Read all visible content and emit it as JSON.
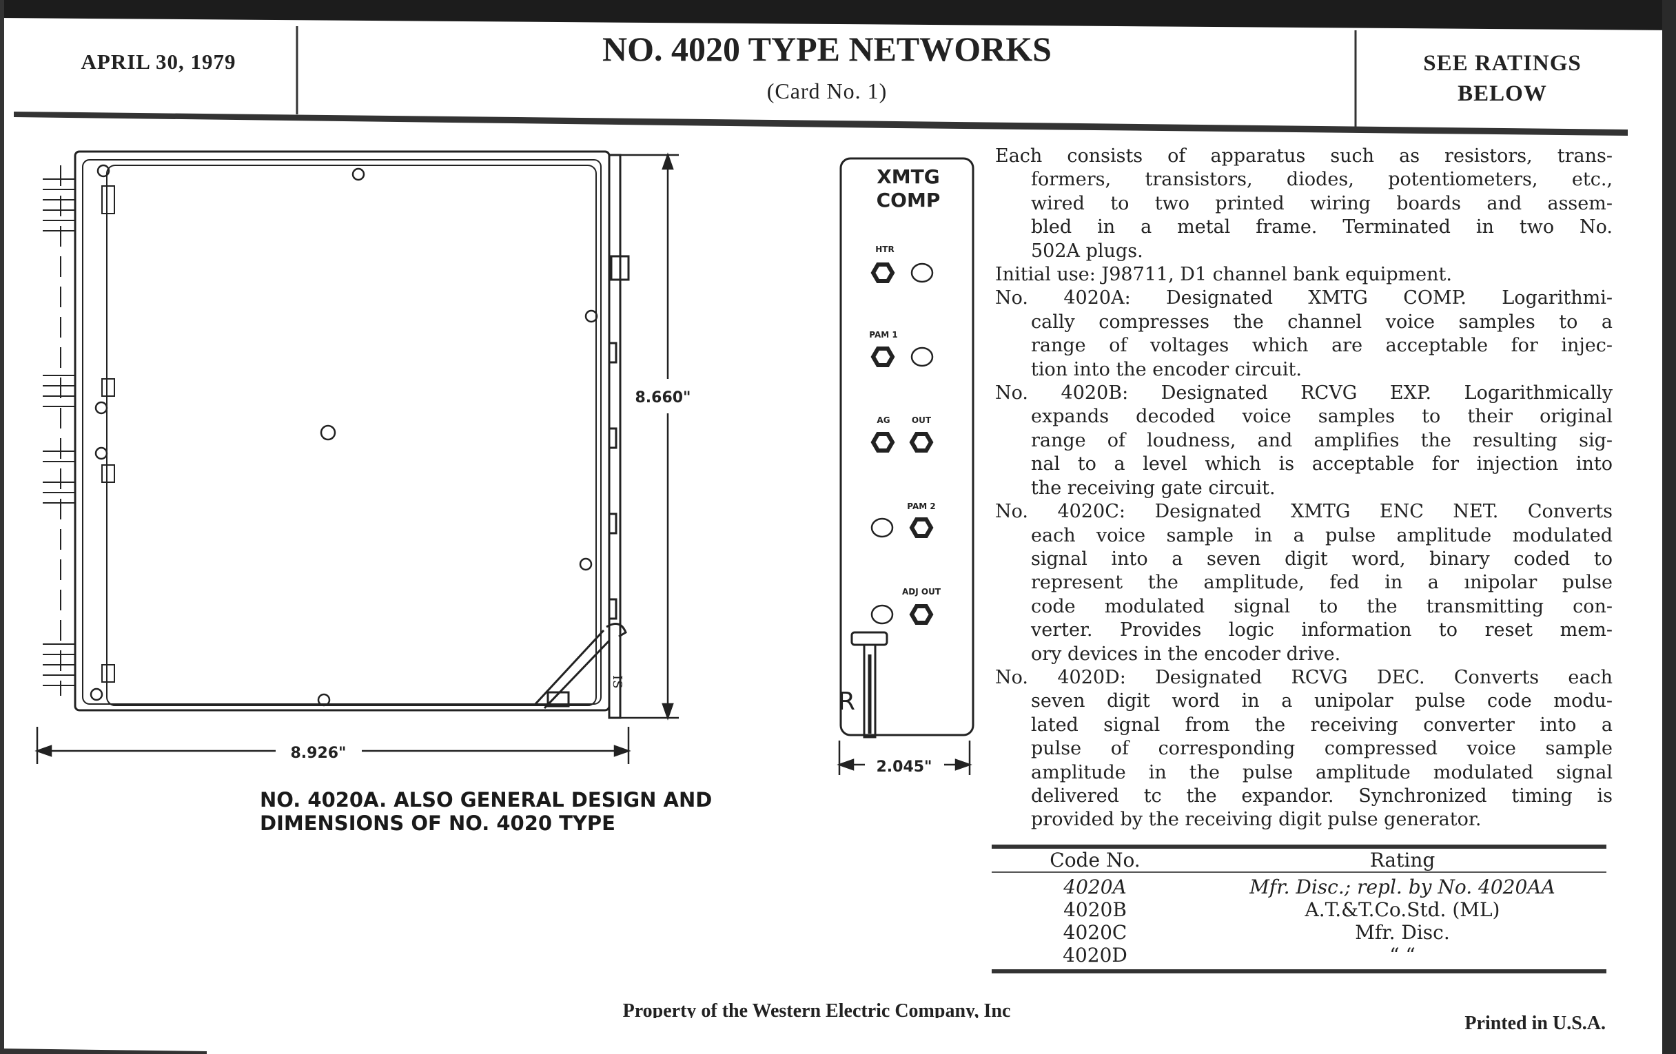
{
  "header": {
    "date": "APRIL 30, 1979",
    "title": "NO. 4020 TYPE NETWORKS",
    "subtitle": "(Card No. 1)",
    "ratings_note_line1": "SEE RATINGS",
    "ratings_note_line2": "BELOW"
  },
  "drawing": {
    "height_dim": "8.660\"",
    "width_dim": "8.926\"",
    "panel_width_dim": "2.045\"",
    "caption_line1": "NO. 4020A. ALSO GENERAL DESIGN AND",
    "caption_line2": "DIMENSIONS OF NO. 4020 TYPE",
    "panel": {
      "title_line1": "XMTG",
      "title_line2": "COMP",
      "jack_labels": [
        "HTR",
        "PAM 1",
        "AG",
        "OUT",
        "PAM 2",
        "ADJ OUT"
      ],
      "handle_label": "R"
    }
  },
  "description": {
    "paragraphs": [
      [
        "Each consists of apparatus such as resistors, trans-",
        "formers, transistors, diodes, potentiometers, etc.,",
        "wired to two printed wiring boards and assem-",
        "bled in a metal frame. Terminated in two No.",
        "502A plugs."
      ],
      [
        "Initial use:  J98711, D1 channel bank equipment."
      ],
      [
        "No. 4020A: Designated XMTG COMP. Logarithmi-",
        "cally compresses the channel voice samples to a",
        "range of voltages which are acceptable for injec-",
        "tion into the encoder circuit."
      ],
      [
        "No. 4020B: Designated RCVG EXP. Logarithmically",
        "expands decoded voice samples to their original",
        "range of loudness, and amplifies the resulting sig-",
        "nal to a level which is acceptable for injection into",
        "the receiving gate circuit."
      ],
      [
        "No. 4020C: Designated XMTG ENC NET. Converts",
        "each voice sample in a pulse amplitude modulated",
        "signal into a seven digit word, binary coded to",
        "represent the amplitude, fed in a ınipolar pulse",
        "code modulated signal to the transmitting con-",
        "verter. Provides logic information to reset mem-",
        "ory devices in the encoder drive."
      ],
      [
        "No. 4020D: Designated RCVG DEC. Converts each",
        "seven digit word in a unipolar pulse code modu-",
        "lated signal from the receiving converter into a",
        "pulse of corresponding compressed voice sample",
        "amplitude in the pulse amplitude modulated signal",
        "delivered tc the expandor. Synchronized timing is",
        "provided by the receiving digit pulse generator."
      ]
    ]
  },
  "ratings_table": {
    "headers": [
      "Code No.",
      "Rating"
    ],
    "rows": [
      {
        "code": "4020A",
        "rating": "Mfr. Disc.; repl. by No. 4020AA"
      },
      {
        "code": "4020B",
        "rating": "A.T.&T.Co.Std.  (ML)"
      },
      {
        "code": "4020C",
        "rating": "Mfr. Disc."
      },
      {
        "code": "4020D",
        "rating": "“       “"
      }
    ]
  },
  "footer": {
    "property": "Property of the Western Electric Company, Inc",
    "printed": "Printed in U.S.A."
  }
}
